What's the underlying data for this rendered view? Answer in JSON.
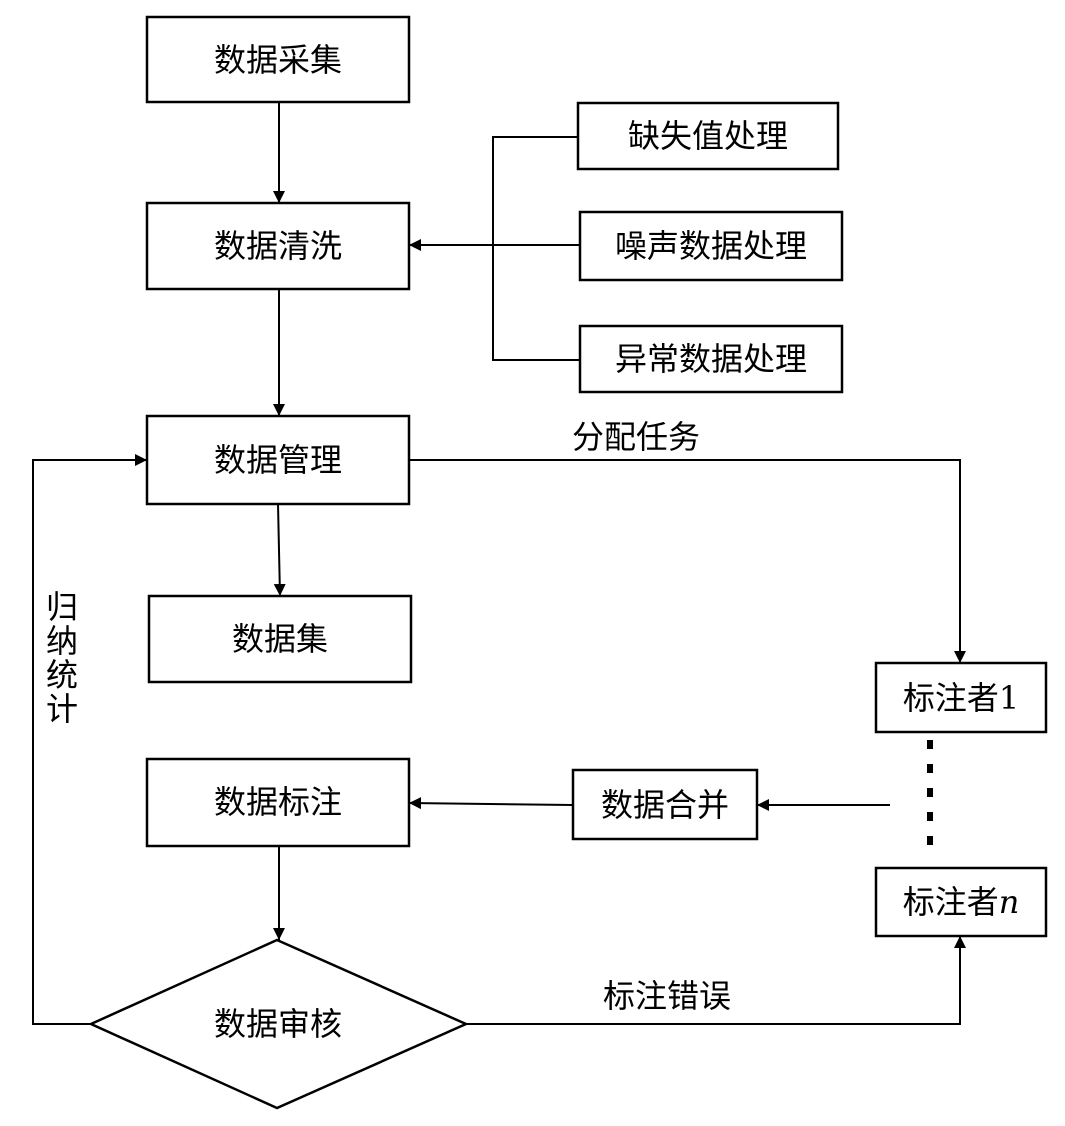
{
  "nodes": {
    "collect": "数据采集",
    "clean": "数据清洗",
    "missing": "缺失值处理",
    "noise": "噪声数据处理",
    "anomaly": "异常数据处理",
    "manage": "数据管理",
    "dataset": "数据集",
    "annotate": "数据标注",
    "merge": "数据合并",
    "review": "数据审核",
    "annotator_1_prefix": "标注者",
    "annotator_1_suffix": "1",
    "annotator_n_prefix": "标注者",
    "annotator_n_suffix": "n"
  },
  "edge_labels": {
    "assign": "分配任务",
    "error": "标注错误",
    "summary_chars": [
      "归",
      "纳",
      "统",
      "计"
    ]
  }
}
